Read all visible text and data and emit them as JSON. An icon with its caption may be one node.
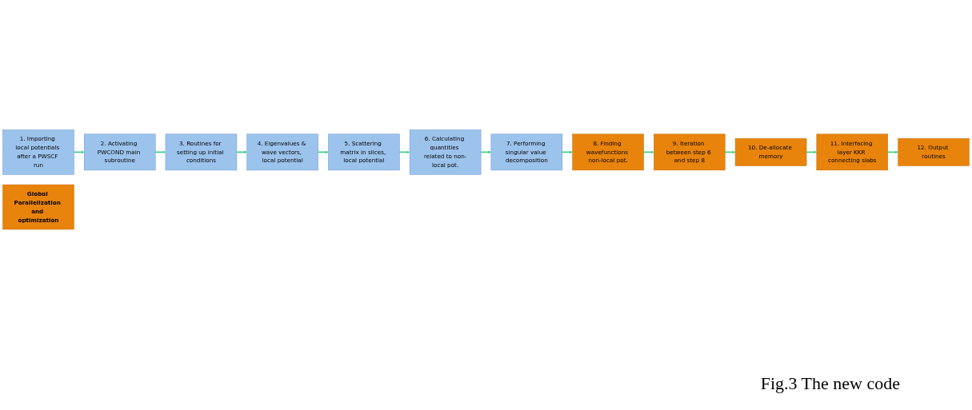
{
  "diagram": {
    "caption": "Fig.3 The new code",
    "nodes": [
      {
        "text": [
          "1. Importing local potentials after a PWSCF run"
        ]
      },
      {
        "text": [
          "2. Activating PWCOND main subroutine"
        ]
      },
      {
        "text": [
          "3. Routines for setting up initial conditions"
        ]
      },
      {
        "text": [
          "4. Eigenvalues & wave vectors, local potential"
        ]
      },
      {
        "text": [
          "5. Scattering matrix in slices, local potential"
        ]
      },
      {
        "text": [
          "6. Calculating quantities related to non-local pot."
        ]
      },
      {
        "text": [
          "7. Performing singular value decomposition"
        ]
      },
      {
        "text": [
          "8. Finding wavefunctions non-local pot."
        ]
      },
      {
        "text": [
          "9. Iteration between step 6 and step 8"
        ]
      },
      {
        "text": [
          "10. De-allocate memory"
        ]
      },
      {
        "text": [
          "11. Interfacing layer KKR connecting slabs"
        ]
      },
      {
        "text": [
          "12. Output routines"
        ]
      },
      {
        "text": [
          "Global Parallelization and optimization"
        ]
      }
    ],
    "edges": [
      {
        "from": 0,
        "to": 1,
        "arrow": "to"
      },
      {
        "from": 1,
        "to": 2,
        "arrow": "to"
      },
      {
        "from": 2,
        "to": 3,
        "arrow": "to"
      },
      {
        "from": 3,
        "to": 4,
        "arrow": "to"
      },
      {
        "from": 4,
        "to": 5,
        "arrow": "to"
      },
      {
        "from": 5,
        "to": 6,
        "arrow": "to"
      },
      {
        "from": 6,
        "to": 7,
        "arrow": "to"
      },
      {
        "from": 7,
        "to": 8,
        "arrow": "to"
      },
      {
        "from": 8,
        "to": 9,
        "arrow": "to"
      },
      {
        "from": 9,
        "to": 10,
        "arrow": "to"
      },
      {
        "from": 10,
        "to": 11,
        "arrow": "to"
      }
    ]
  }
}
